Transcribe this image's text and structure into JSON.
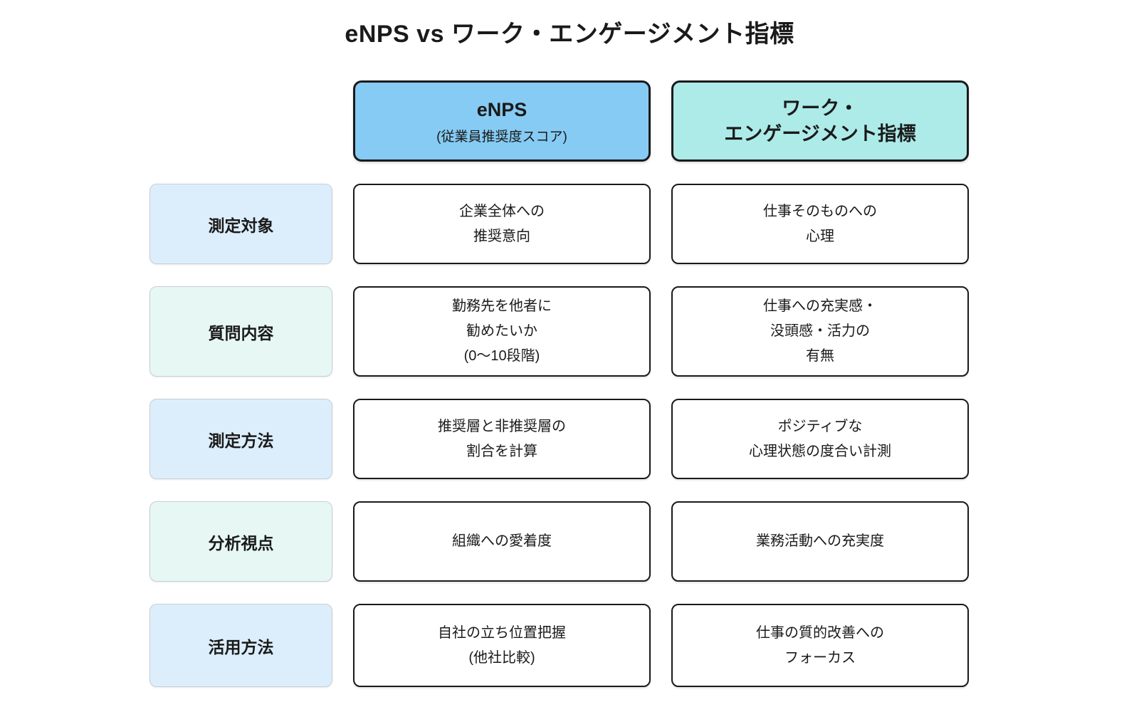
{
  "title": "eNPS vs ワーク・エンゲージメント指標",
  "colors": {
    "enps_header_bg": "#86cbf3",
    "work_engagement_header_bg": "#adebe9",
    "row_label_blue_bg": "#dceefb",
    "row_label_mint_bg": "#e6f7f4",
    "box_border": "#1a1a1a",
    "text": "#1a1a1a"
  },
  "columns": [
    {
      "title": "eNPS",
      "subtitle": "(従業員推奨度スコア)"
    },
    {
      "title": "ワーク・\nエンゲージメント指標"
    }
  ],
  "rows": [
    {
      "label": "測定対象",
      "enps": "企業全体への\n推奨意向",
      "work_engagement": "仕事そのものへの\n心理"
    },
    {
      "label": "質問内容",
      "enps": "勤務先を他者に\n勧めたいか\n(0〜10段階)",
      "work_engagement": "仕事への充実感・\n没頭感・活力の\n有無"
    },
    {
      "label": "測定方法",
      "enps": "推奨層と非推奨層の\n割合を計算",
      "work_engagement": "ポジティブな\n心理状態の度合い計測"
    },
    {
      "label": "分析視点",
      "enps": "組織への愛着度",
      "work_engagement": "業務活動への充実度"
    },
    {
      "label": "活用方法",
      "enps": "自社の立ち位置把握\n(他社比較)",
      "work_engagement": "仕事の質的改善への\nフォーカス"
    }
  ]
}
